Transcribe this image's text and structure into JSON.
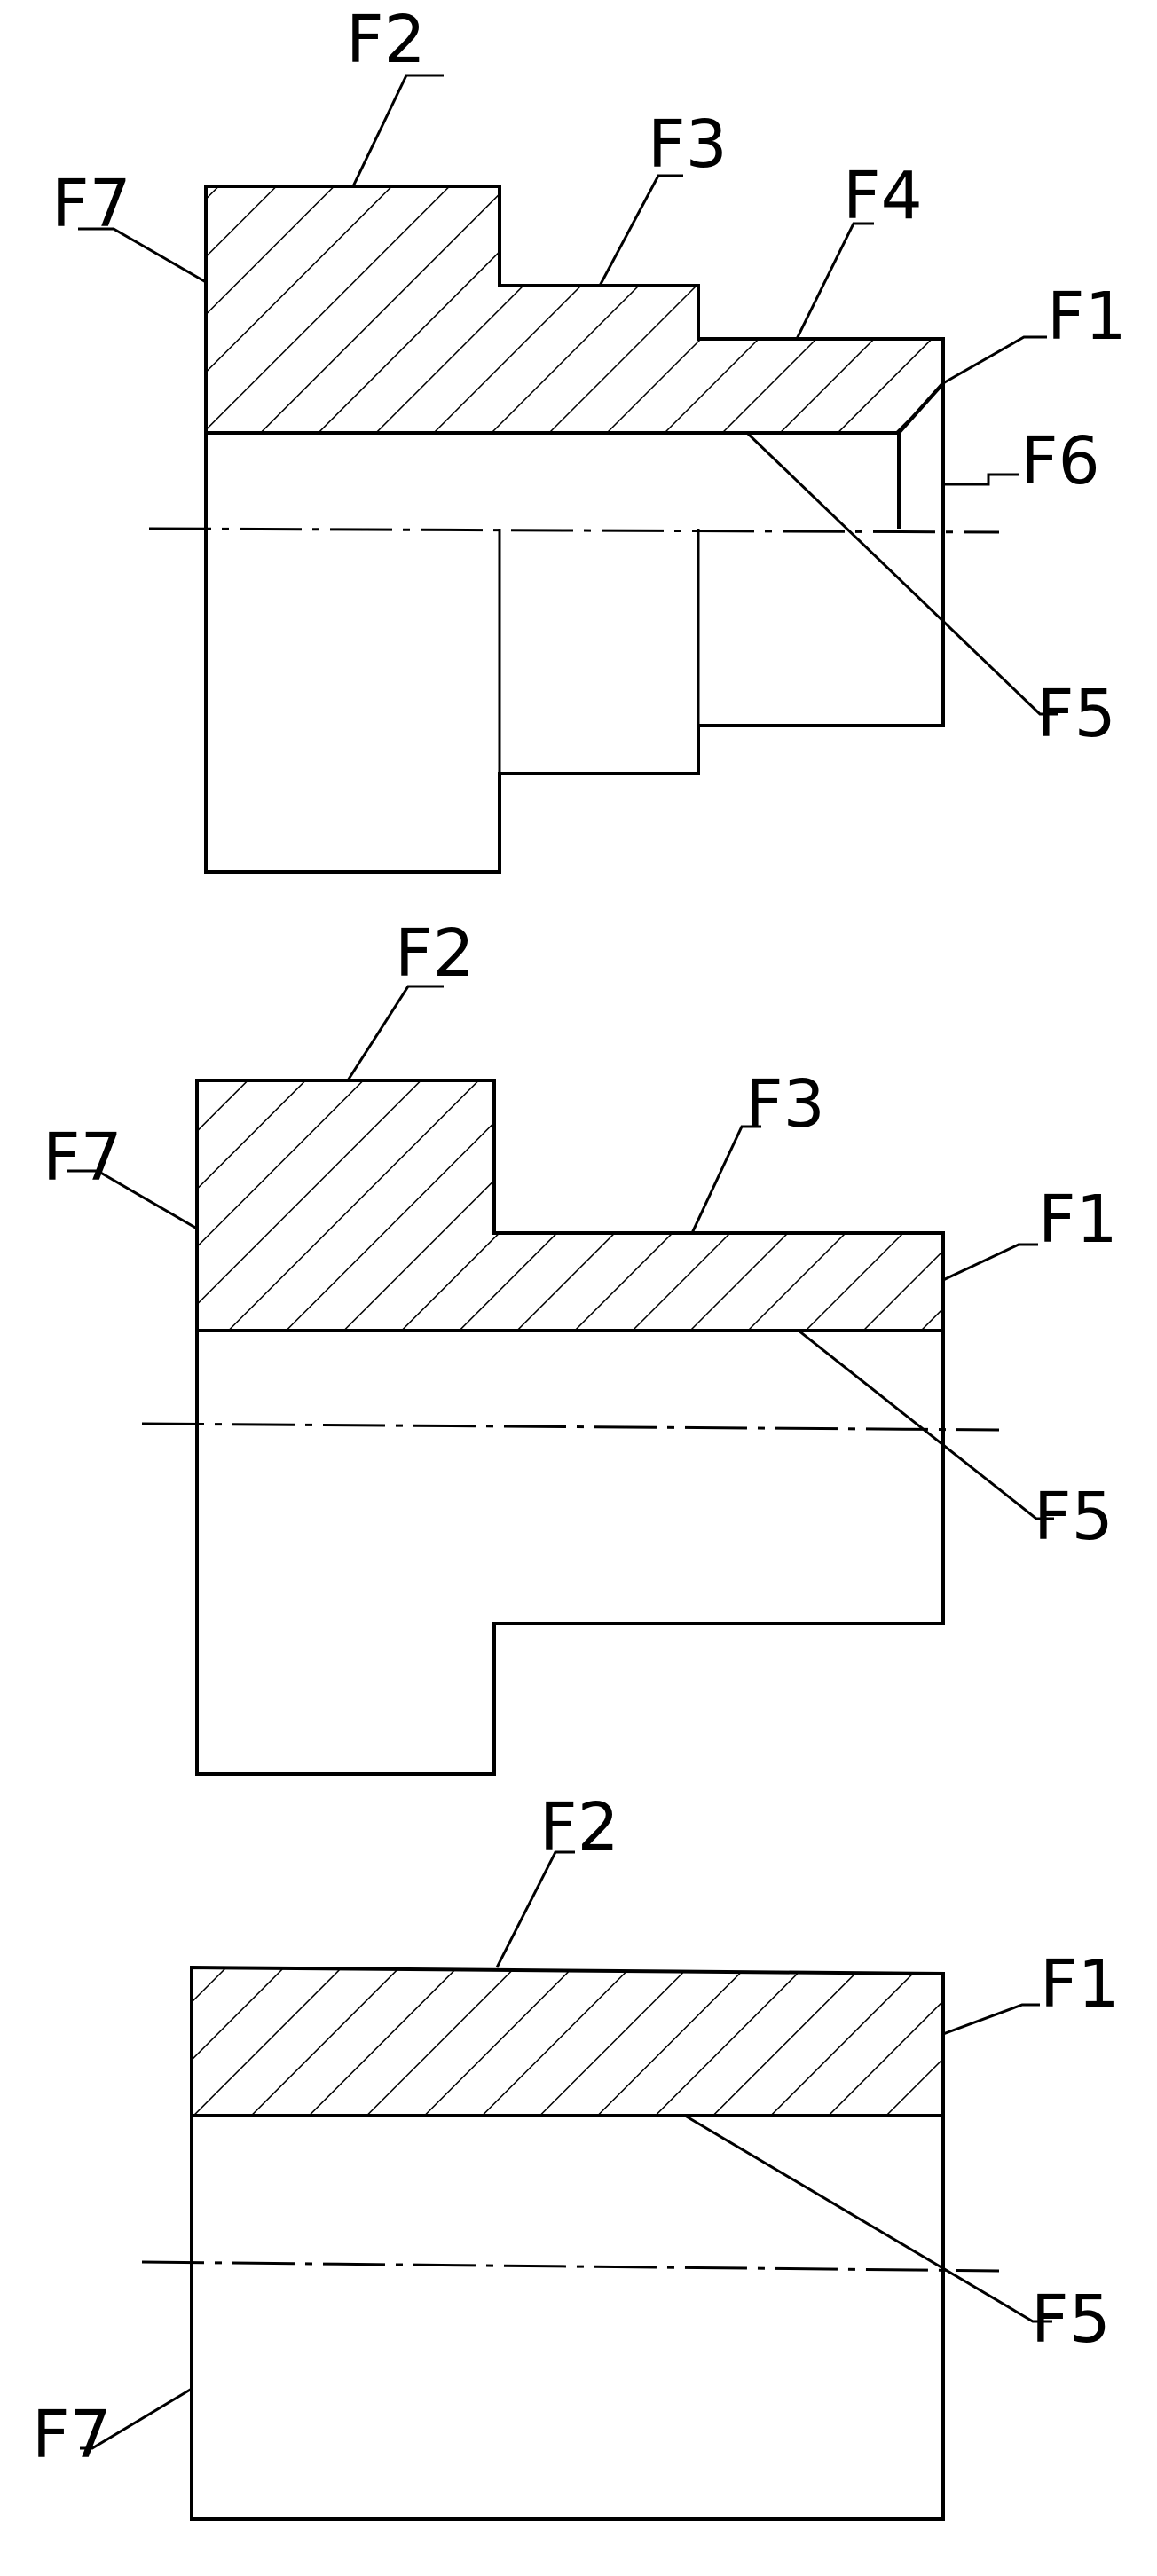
{
  "figures": [
    {
      "id": "top",
      "labels": {
        "f1": "F1",
        "f2": "F2",
        "f3": "F3",
        "f4": "F4",
        "f5": "F5",
        "f6": "F6",
        "f7": "F7"
      }
    },
    {
      "id": "middle",
      "labels": {
        "f1": "F1",
        "f2": "F2",
        "f3": "F3",
        "f5": "F5",
        "f7": "F7"
      }
    },
    {
      "id": "bottom",
      "labels": {
        "f1": "F1",
        "f2": "F2",
        "f5": "F5",
        "f7": "F7"
      }
    }
  ]
}
